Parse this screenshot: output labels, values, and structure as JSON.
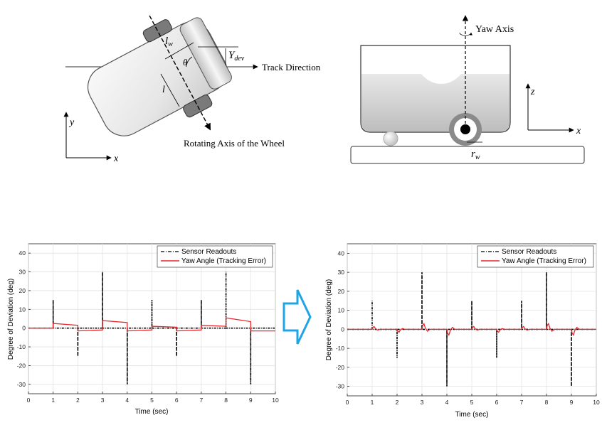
{
  "diagram_top_left": {
    "labels": {
      "lw_main": "l",
      "lw_sub": "w",
      "theta": "θ",
      "ydev_main": "Y",
      "ydev_sub": "dev",
      "track": "Track Direction",
      "l": "l",
      "axis": "Rotating Axis of the Wheel",
      "y": "y",
      "x": "x"
    }
  },
  "diagram_top_right": {
    "labels": {
      "yaw": "Yaw Axis",
      "z": "z",
      "x": "x",
      "rw_main": "r",
      "rw_sub": "w"
    }
  },
  "chart_data": [
    {
      "type": "line",
      "xlabel": "Time (sec)",
      "ylabel": "Degree of Deviation (deg)",
      "xlim": [
        0,
        10
      ],
      "ylim": [
        -35,
        45
      ],
      "xticks": [
        0,
        1,
        2,
        3,
        4,
        5,
        6,
        7,
        8,
        9,
        10
      ],
      "yticks": [
        -30,
        -20,
        -10,
        0,
        10,
        20,
        30,
        40
      ],
      "grid": true,
      "legend_position": "top-right",
      "series": [
        {
          "name": "Sensor Readouts",
          "color": "#000000",
          "style": "dash-dot",
          "x": [
            0,
            1,
            1,
            1,
            2,
            2,
            2,
            3,
            3,
            3,
            4,
            4,
            4,
            5,
            5,
            5,
            6,
            6,
            6,
            7,
            7,
            7,
            8,
            8,
            8,
            9,
            9,
            9,
            10
          ],
          "y": [
            0,
            0,
            15,
            0,
            0,
            -15,
            0,
            0,
            30,
            0,
            0,
            -30,
            0,
            0,
            15,
            0,
            0,
            -15,
            0,
            0,
            15,
            0,
            0,
            30,
            0,
            0,
            -30,
            0,
            0
          ]
        },
        {
          "name": "Yaw Angle (Tracking Error)",
          "color": "#e8262b",
          "style": "solid",
          "x": [
            0,
            1,
            1,
            2,
            2,
            3,
            3,
            4,
            4,
            5,
            5,
            6,
            6,
            7,
            7,
            8,
            8,
            9,
            9,
            10
          ],
          "y": [
            0,
            0,
            2.5,
            1.5,
            -1.5,
            -1,
            4,
            3,
            -1.5,
            -1,
            1,
            0.5,
            -1.5,
            -1,
            1.5,
            1,
            5.5,
            3.5,
            -1.5,
            -1.5
          ]
        }
      ]
    },
    {
      "type": "line",
      "xlabel": "Time (sec)",
      "ylabel": "Degree of Deviation (deg)",
      "xlim": [
        0,
        10
      ],
      "ylim": [
        -35,
        45
      ],
      "xticks": [
        0,
        1,
        2,
        3,
        4,
        5,
        6,
        7,
        8,
        9,
        10
      ],
      "yticks": [
        -30,
        -20,
        -10,
        0,
        10,
        20,
        30,
        40
      ],
      "grid": true,
      "legend_position": "top-right",
      "series": [
        {
          "name": "Sensor Readouts",
          "color": "#000000",
          "style": "dash-dot",
          "x": [
            0,
            1,
            1,
            1,
            2,
            2,
            2,
            3,
            3,
            3,
            4,
            4,
            4,
            5,
            5,
            5,
            6,
            6,
            6,
            7,
            7,
            7,
            8,
            8,
            8,
            9,
            9,
            9,
            10
          ],
          "y": [
            0,
            0,
            15,
            0,
            0,
            -15,
            0,
            0,
            30,
            0,
            0,
            -30,
            0,
            0,
            15,
            0,
            0,
            -15,
            0,
            0,
            15,
            0,
            0,
            30,
            0,
            0,
            -30,
            0,
            0
          ]
        },
        {
          "name": "Yaw Angle (Tracking Error)",
          "color": "#e8262b",
          "style": "solid",
          "x": [
            0,
            1,
            1.03,
            1.08,
            1.14,
            1.22,
            1.32,
            2,
            2.03,
            2.08,
            2.14,
            2.22,
            2.32,
            3,
            3.03,
            3.08,
            3.14,
            3.22,
            3.32,
            4,
            4.03,
            4.08,
            4.14,
            4.22,
            4.32,
            5,
            5.03,
            5.08,
            5.14,
            5.22,
            5.32,
            6,
            6.03,
            6.08,
            6.14,
            6.22,
            6.32,
            7,
            7.03,
            7.08,
            7.14,
            7.22,
            7.32,
            8,
            8.03,
            8.08,
            8.14,
            8.22,
            8.32,
            9,
            9.03,
            9.08,
            9.14,
            9.22,
            9.32,
            10
          ],
          "y": [
            0,
            0,
            1,
            1.5,
            0.2,
            -0.4,
            0,
            0,
            -1,
            -1.5,
            -0.2,
            0.4,
            0,
            0,
            2,
            3,
            0.5,
            -1,
            0,
            0,
            -2,
            -3,
            -0.5,
            1,
            0,
            0,
            1,
            1.5,
            0.2,
            -0.4,
            0,
            0,
            -1,
            -1.5,
            -0.2,
            0.4,
            0,
            0,
            1,
            1.5,
            0.2,
            -0.4,
            0,
            0,
            2,
            3,
            0.5,
            -1,
            0,
            0,
            -2,
            -3,
            -0.5,
            1,
            0,
            0
          ]
        }
      ]
    }
  ]
}
